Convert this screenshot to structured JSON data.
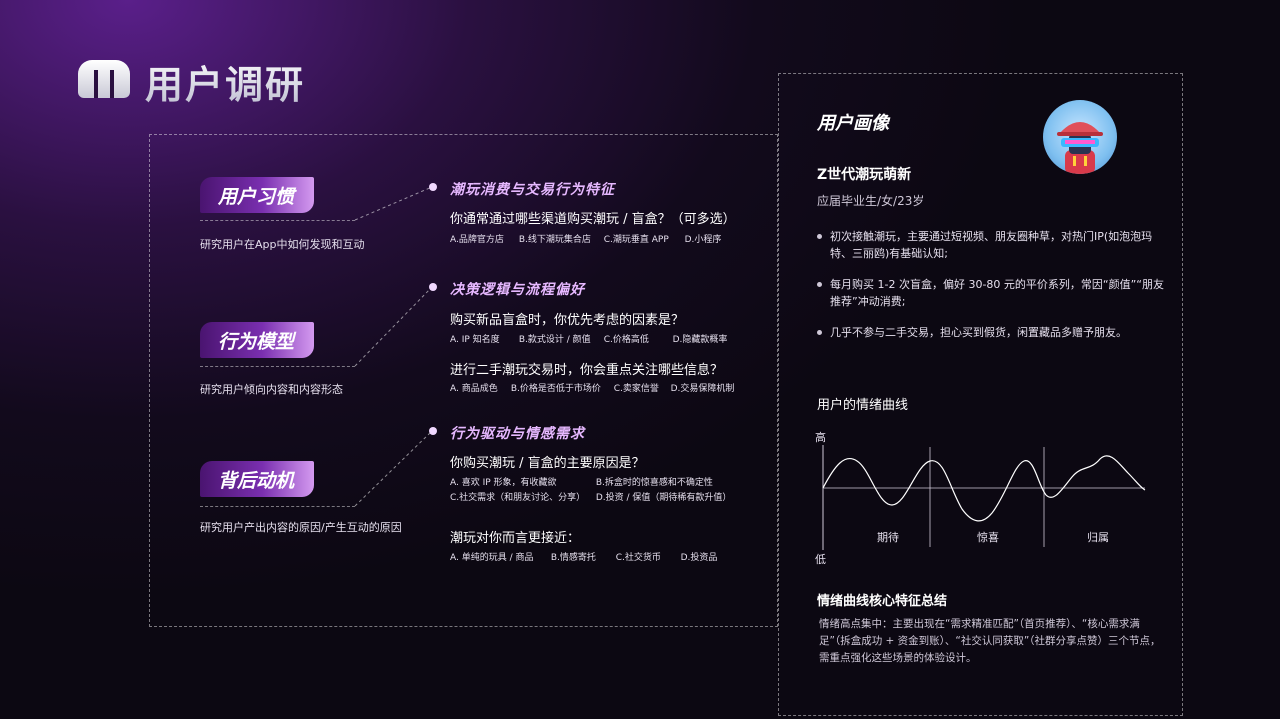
{
  "title": "用户调研",
  "categories": [
    {
      "label": "用户习惯",
      "desc": "研究用户在App中如何发现和互动"
    },
    {
      "label": "行为模型",
      "desc": "研究用户倾向内容和内容形态"
    },
    {
      "label": "背后动机",
      "desc": "研究用户产出内容的原因/产生互动的原因"
    }
  ],
  "sections": [
    {
      "heading": "潮玩消费与交易行为特征",
      "questions": [
        {
          "q": "你通常通过哪些渠道购买潮玩 / 盲盒？（可多选）",
          "options": [
            "A.品牌官方店",
            "B.线下潮玩集合店",
            "C.潮玩垂直 APP",
            "D.小程序"
          ]
        }
      ]
    },
    {
      "heading": "决策逻辑与流程偏好",
      "questions": [
        {
          "q": "购买新品盲盒时，你优先考虑的因素是？",
          "options": [
            "A. IP 知名度",
            "B.款式设计 / 颜值",
            "C.价格高低",
            "D.隐藏款概率"
          ]
        },
        {
          "q": "进行二手潮玩交易时，你会重点关注哪些信息？",
          "options": [
            "A. 商品成色",
            "B.价格是否低于市场价",
            "C.卖家信誉",
            "D.交易保障机制"
          ]
        }
      ]
    },
    {
      "heading": "行为驱动与情感需求",
      "questions": [
        {
          "q": "你购买潮玩 / 盲盒的主要原因是？",
          "options": [
            "A. 喜欢 IP 形象，有收藏欲",
            "B.拆盒时的惊喜感和不确定性",
            "C.社交需求（和朋友讨论、分享）",
            "D.投资 / 保值（期待稀有款升值）"
          ]
        },
        {
          "q": "潮玩对你而言更接近：",
          "options": [
            "A. 单纯的玩具 / 商品",
            "B.情感寄托",
            "C.社交货币",
            "D.投资品"
          ]
        }
      ]
    }
  ],
  "persona": {
    "title": "用户画像",
    "avatar_icon": "avatar-icon",
    "name": "Z世代潮玩萌新",
    "sub": "应届毕业生/女/23岁",
    "bullets": [
      "初次接触潮玩，主要通过短视频、朋友圈种草，对热门IP(如泡泡玛特、三丽鸥)有基础认知;",
      "每月购买 1-2 次盲盒，偏好 30-80 元的平价系列，常因“颜值”“朋友推荐”冲动消费;",
      "几乎不参与二手交易，担心买到假货，闲置藏品多赠予朋友。"
    ],
    "curve_title": "用户的情绪曲线",
    "curve_high": "高",
    "curve_low": "低",
    "phases": [
      "期待",
      "惊喜",
      "归属"
    ],
    "summary_title": "情绪曲线核心特征总结",
    "summary": "情绪高点集中：主要出现在“需求精准匹配”（首页推荐）、“核心需求满足”（拆盒成功 + 资金到账）、“社交认同获取”（社群分享点赞）三个节点，需重点强化这些场景的体验设计。"
  }
}
